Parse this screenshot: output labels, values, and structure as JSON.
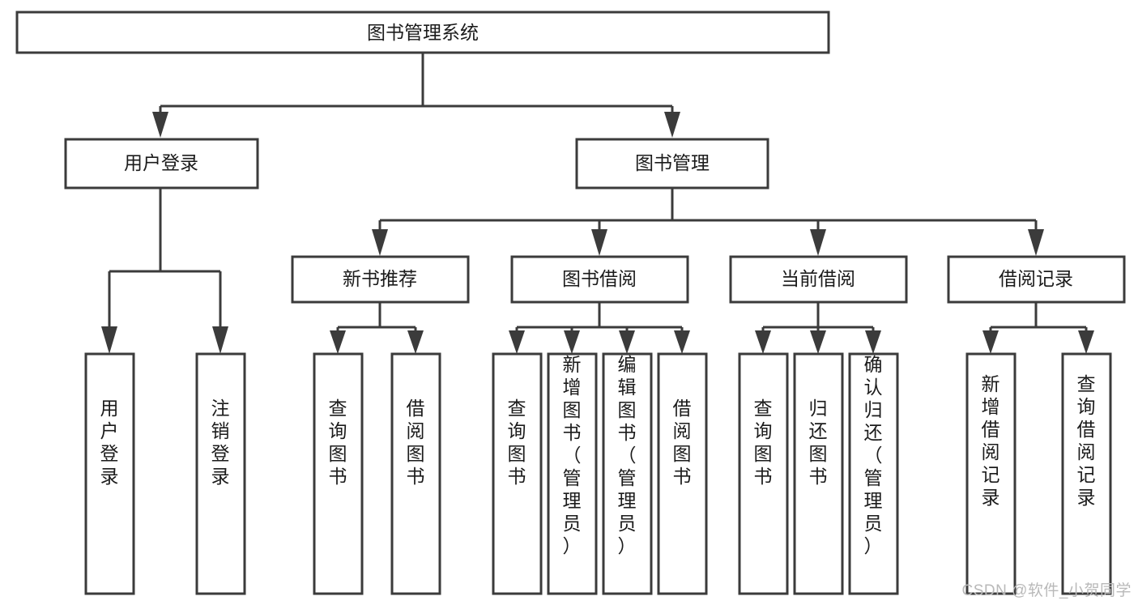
{
  "diagram": {
    "type": "hierarchy-tree",
    "title": "图书管理系统",
    "orientation": "top-down",
    "colors": {
      "box_stroke": "#3b3b3b",
      "box_fill": "#ffffff",
      "text": "#1b1b1b",
      "connector": "#3b3b3b",
      "watermark": "#b9b9b9",
      "background": "#ffffff"
    },
    "root": {
      "label": "图书管理系统"
    },
    "level2": [
      {
        "id": "user-login",
        "label": "用户登录"
      },
      {
        "id": "book-manage",
        "label": "图书管理"
      }
    ],
    "level3": [
      {
        "id": "new-book-recommend",
        "label": "新书推荐",
        "parent": "book-manage"
      },
      {
        "id": "book-borrow",
        "label": "图书借阅",
        "parent": "book-manage"
      },
      {
        "id": "current-borrow",
        "label": "当前借阅",
        "parent": "book-manage"
      },
      {
        "id": "borrow-record",
        "label": "借阅记录",
        "parent": "book-manage"
      }
    ],
    "leaves": [
      {
        "id": "leaf-user-login",
        "label": "用户登录",
        "parent": "user-login"
      },
      {
        "id": "leaf-user-logout",
        "label": "注销登录",
        "parent": "user-login"
      },
      {
        "id": "leaf-query-book-1",
        "label": "查询图书",
        "parent": "new-book-recommend"
      },
      {
        "id": "leaf-borrow-book-1",
        "label": "借阅图书",
        "parent": "new-book-recommend"
      },
      {
        "id": "leaf-query-book-2",
        "label": "查询图书",
        "parent": "book-borrow"
      },
      {
        "id": "leaf-add-book",
        "label": "新增图书（管理员）",
        "parent": "book-borrow"
      },
      {
        "id": "leaf-edit-book",
        "label": "编辑图书（管理员）",
        "parent": "book-borrow"
      },
      {
        "id": "leaf-borrow-book-2",
        "label": "借阅图书",
        "parent": "book-borrow"
      },
      {
        "id": "leaf-query-book-3",
        "label": "查询图书",
        "parent": "current-borrow"
      },
      {
        "id": "leaf-return-book",
        "label": "归还图书",
        "parent": "current-borrow"
      },
      {
        "id": "leaf-confirm-return",
        "label": "确认归还（管理员）",
        "parent": "current-borrow"
      },
      {
        "id": "leaf-add-record",
        "label": "新增借阅记录",
        "parent": "borrow-record"
      },
      {
        "id": "leaf-query-record",
        "label": "查询借阅记录",
        "parent": "borrow-record"
      }
    ],
    "watermark": "CSDN @软件_小贺同学"
  }
}
